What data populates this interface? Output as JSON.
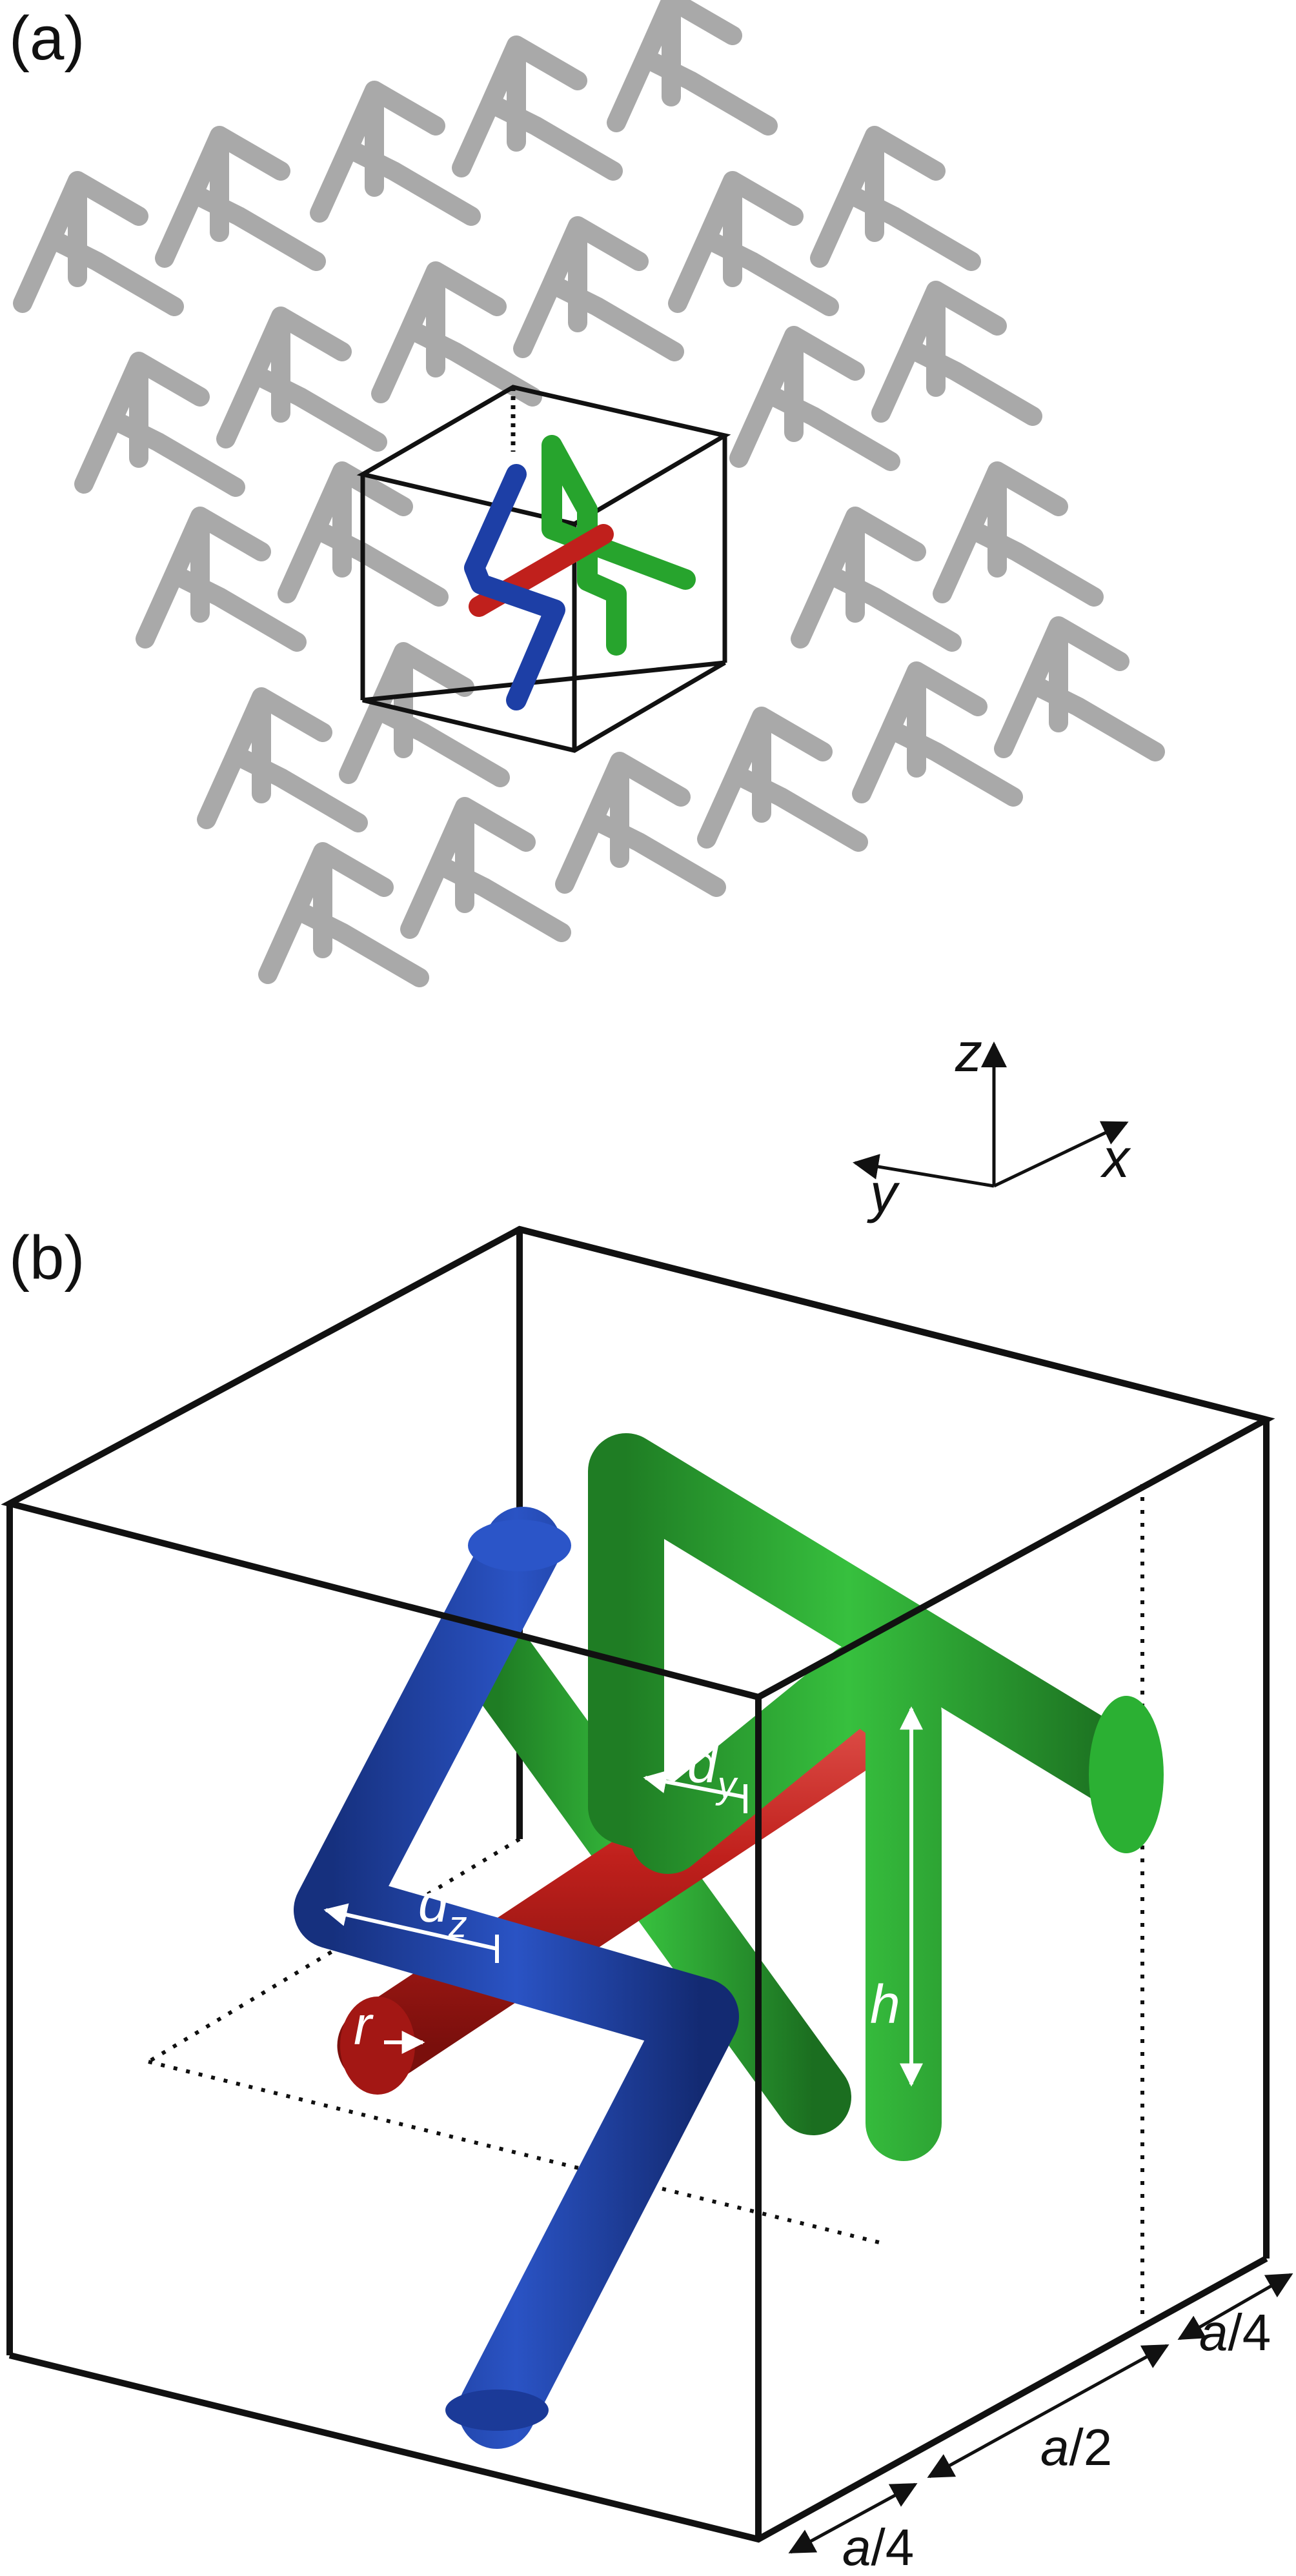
{
  "panels": {
    "a": {
      "label": "(a)"
    },
    "b": {
      "label": "(b)"
    }
  },
  "axes": {
    "x": "x",
    "y": "y",
    "z": "z"
  },
  "parameters": {
    "d_y": {
      "base": "d",
      "sub": "y"
    },
    "d_z": {
      "base": "d",
      "sub": "z"
    },
    "r": "r",
    "h": "h"
  },
  "dimensions": {
    "quarter_front": {
      "numer": "a",
      "rest": "/4"
    },
    "half": {
      "numer": "a",
      "rest": "/2"
    },
    "quarter_back": {
      "numer": "a",
      "rest": "/4"
    }
  },
  "colors": {
    "lattice": "#a9a9a9",
    "red_rod": "#c0201c",
    "green_rod": "#27a42d",
    "blue_rod": "#1d3fa6",
    "frame": "#111111",
    "annotation": "#ffffff"
  }
}
